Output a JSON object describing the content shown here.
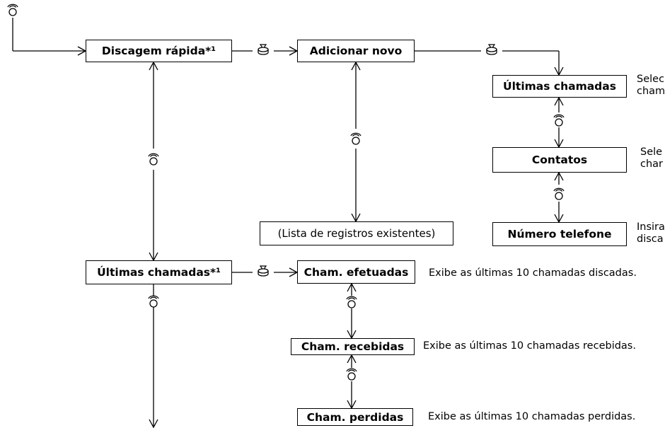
{
  "menu": {
    "speed_dial": "Discagem rápida*¹",
    "add_new": "Adicionar novo",
    "existing_list": "(Lista de registros existentes)",
    "recent_calls_source": "Últimas chamadas",
    "contacts": "Contatos",
    "phone_number": "Número telefone",
    "recent_calls": "Últimas chamadas*¹",
    "dialed": "Cham. efetuadas",
    "received": "Cham. recebidas",
    "missed": "Cham. perdidas"
  },
  "descriptions": {
    "recent_calls_source": [
      "Selec",
      "cham"
    ],
    "contacts": [
      "Sele",
      "char"
    ],
    "phone_number": [
      "Insira",
      "disca"
    ],
    "dialed": "Exibe as últimas 10 chamadas discadas.",
    "received": "Exibe as últimas 10 chamadas recebidas.",
    "missed": "Exibe as últimas 10 chamadas perdidas."
  },
  "icons": {
    "rotate": "rotate-selector-icon",
    "press": "press-selector-icon"
  }
}
